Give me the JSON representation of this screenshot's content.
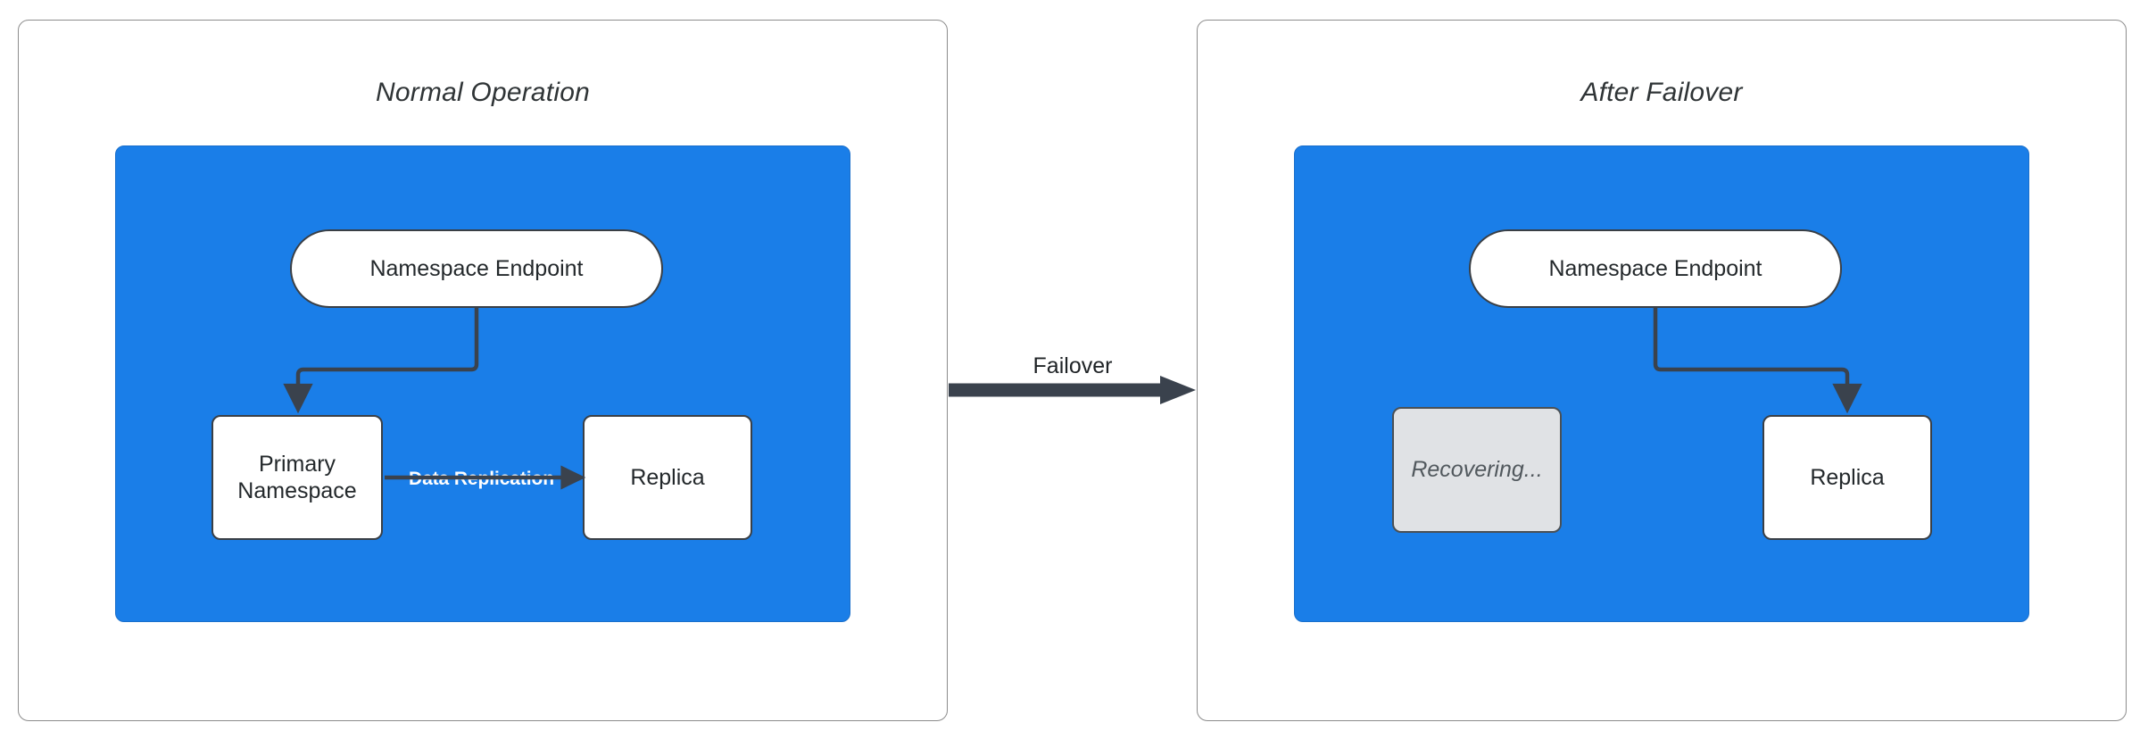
{
  "diagram": {
    "type": "flow-diagram",
    "background": "#ffffff",
    "accent_color": "#1a7ee8",
    "stroke_color": "#3a3f45",
    "muted_fill": "#e0e2e5",
    "panels": [
      {
        "id": "normal-operation",
        "title": "Normal Operation",
        "nodes": [
          {
            "id": "endpoint-left",
            "label": "Namespace Endpoint",
            "shape": "stadium",
            "fill": "#ffffff"
          },
          {
            "id": "primary-namespace",
            "label": "Primary Namespace",
            "label_line1": "Primary",
            "label_line2": "Namespace",
            "shape": "rounded-rect",
            "fill": "#ffffff"
          },
          {
            "id": "replica-left",
            "label": "Replica",
            "shape": "rounded-rect",
            "fill": "#ffffff"
          }
        ],
        "edges": [
          {
            "from": "endpoint-left",
            "to": "primary-namespace",
            "label": ""
          },
          {
            "from": "primary-namespace",
            "to": "replica-left",
            "label": "Data Replication"
          }
        ]
      },
      {
        "id": "after-failover",
        "title": "After Failover",
        "nodes": [
          {
            "id": "endpoint-right",
            "label": "Namespace Endpoint",
            "shape": "stadium",
            "fill": "#ffffff"
          },
          {
            "id": "recovering",
            "label": "Recovering...",
            "shape": "rounded-rect",
            "fill": "#e0e2e5"
          },
          {
            "id": "replica-right",
            "label": "Replica",
            "shape": "rounded-rect",
            "fill": "#ffffff"
          }
        ],
        "edges": [
          {
            "from": "endpoint-right",
            "to": "replica-right",
            "label": ""
          }
        ]
      }
    ],
    "transition": {
      "label": "Failover",
      "direction": "left-to-right",
      "color": "#3a424d"
    }
  }
}
